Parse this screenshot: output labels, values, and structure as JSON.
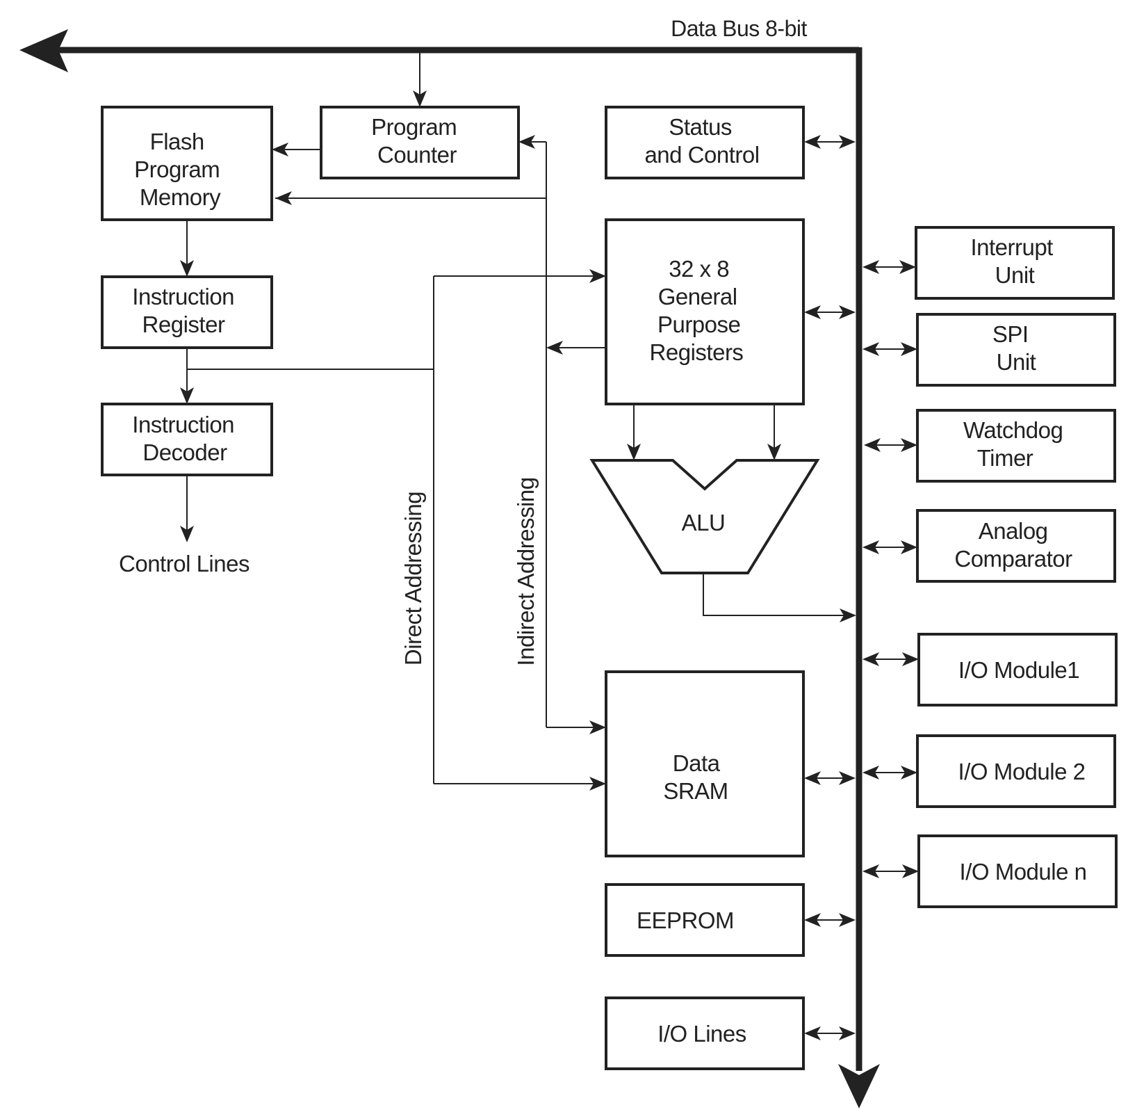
{
  "bus_label": "Data Bus 8-bit",
  "blocks": {
    "flash": [
      "Flash",
      "Program",
      "Memory"
    ],
    "pc": [
      "Program",
      "Counter"
    ],
    "status": [
      "Status",
      "and Control"
    ],
    "ir": [
      "Instruction",
      "Register"
    ],
    "decoder": [
      "Instruction",
      "Decoder"
    ],
    "gpr": [
      "32 x 8",
      "General",
      "Purpose",
      "Registers"
    ],
    "alu": [
      "ALU"
    ],
    "sram": [
      "Data",
      "SRAM"
    ],
    "eeprom": [
      "EEPROM"
    ],
    "iolines": [
      "I/O Lines"
    ],
    "interrupt": [
      "Interrupt",
      "Unit"
    ],
    "spi": [
      "SPI",
      "Unit"
    ],
    "watchdog": [
      "Watchdog",
      "Timer"
    ],
    "analog": [
      "Analog",
      "Comparator"
    ],
    "io1": [
      "I/O Module1"
    ],
    "io2": [
      "I/O Module 2"
    ],
    "ion": [
      "I/O Module n"
    ]
  },
  "labels": {
    "control_lines": "Control Lines",
    "direct_addressing": "Direct Addressing",
    "indirect_addressing": "Indirect Addressing"
  }
}
